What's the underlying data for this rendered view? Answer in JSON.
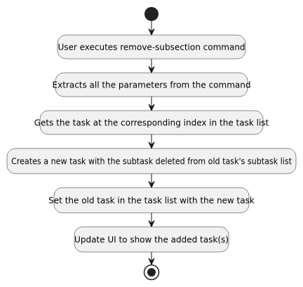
{
  "diagram": {
    "type": "uml-activity",
    "start": "start-node",
    "steps": [
      {
        "label": "User executes remove-subsection command"
      },
      {
        "label": "Extracts all the parameters from the command"
      },
      {
        "label": "Gets the task at the corresponding index in the task list"
      },
      {
        "label": "Creates a new task with the subtask deleted from old task's subtask list"
      },
      {
        "label": "Set the old task in the task list with the new task"
      },
      {
        "label": "Update UI to show the added task(s)"
      }
    ],
    "end": "end-node",
    "colors": {
      "node_fill": "#f1f1f1",
      "stroke": "#181818",
      "start_fill": "#222222"
    }
  }
}
